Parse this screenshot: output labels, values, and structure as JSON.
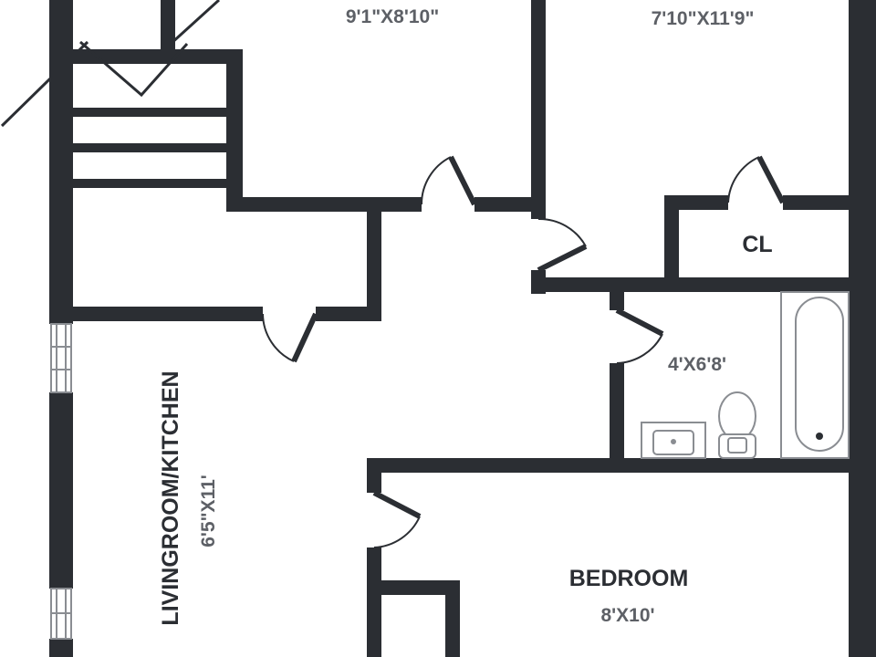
{
  "colors": {
    "wall": "#2b2e33",
    "fixture_line": "#8a8d92",
    "fixture_fill": "#ffffff",
    "room_label": "#2b2e33",
    "dimension_label": "#5d6066",
    "background": "#ffffff"
  },
  "rooms": {
    "top_left_room": {
      "name": "",
      "dimensions": "9'1\"X8'10\""
    },
    "top_right_room": {
      "name": "",
      "dimensions": "7'10\"X11'9\""
    },
    "closet": {
      "name": "CL",
      "dimensions": ""
    },
    "bathroom": {
      "name": "",
      "dimensions": "4'X6'8'"
    },
    "living_kitchen": {
      "name": "LIVINGROOM/KITCHEN",
      "dimensions": "6'5\"X11'"
    },
    "bedroom": {
      "name": "BEDROOM",
      "dimensions": "8'X10'"
    }
  },
  "fixtures": [
    "stairs",
    "bathtub",
    "toilet",
    "sink",
    "windows",
    "doors"
  ]
}
